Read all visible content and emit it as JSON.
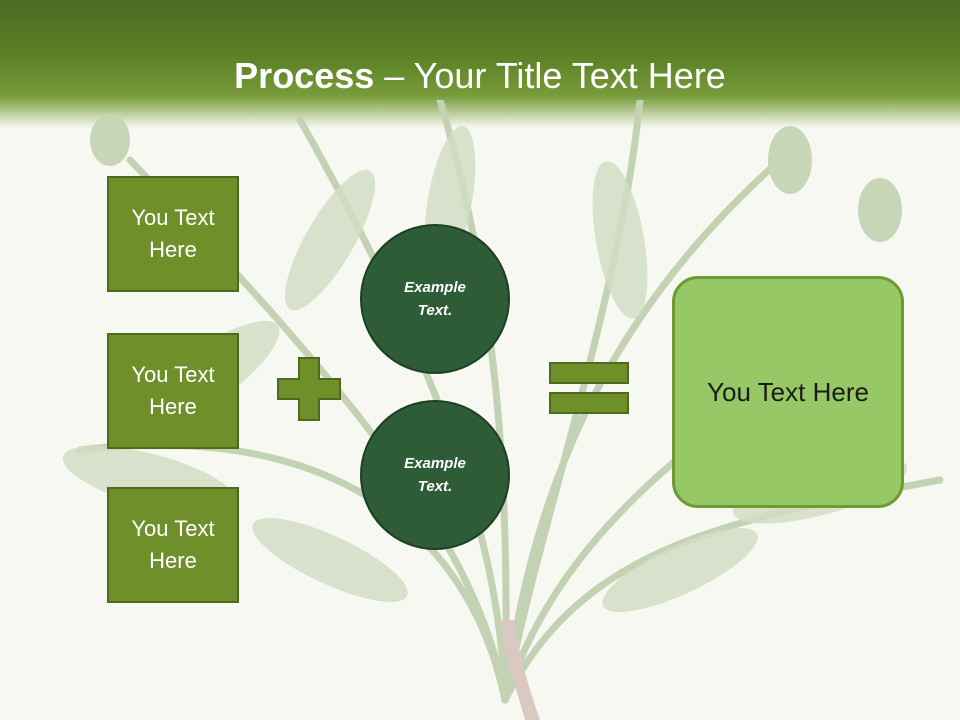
{
  "slide": {
    "title_bold": "Process",
    "title_rest": " – Your Title Text Here"
  },
  "left_boxes": [
    "You Text Here",
    "You Text Here",
    "You Text Here"
  ],
  "circles": [
    "Example Text.",
    "Example Text."
  ],
  "result": "You Text Here",
  "icons": {
    "plus": "plus-icon",
    "equals": "equals-icon"
  },
  "colors": {
    "header": "#5c8126",
    "box": "#6f8f2b",
    "circle": "#2e5c36",
    "result": "#96c866"
  }
}
